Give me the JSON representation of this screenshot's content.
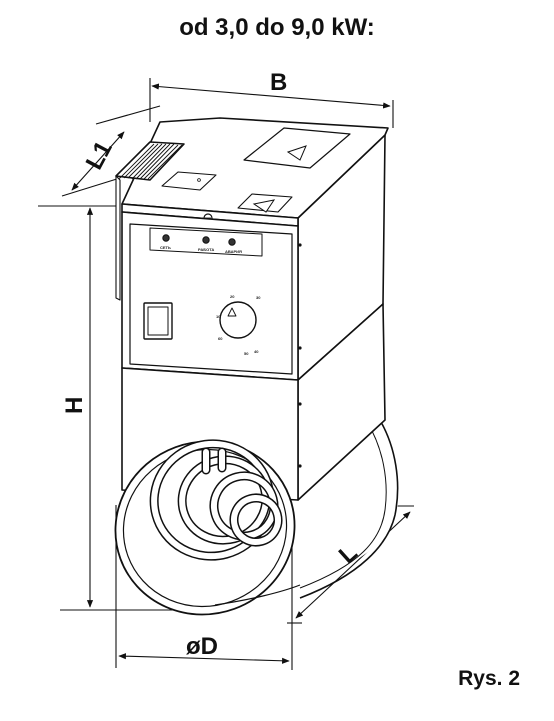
{
  "title": "od 3,0 do 9,0 kW:",
  "figure_label": "Rys. 2",
  "dimensions": {
    "B": "B",
    "L1": "L1",
    "H": "H",
    "L": "L",
    "D": "øD"
  },
  "panel": {
    "lamp_labels": [
      "СЕТЬ",
      "РАБОТА",
      "АВАРИЯ"
    ],
    "thermostat_marks": [
      "10",
      "20",
      "30",
      "40",
      "50",
      "60"
    ]
  }
}
